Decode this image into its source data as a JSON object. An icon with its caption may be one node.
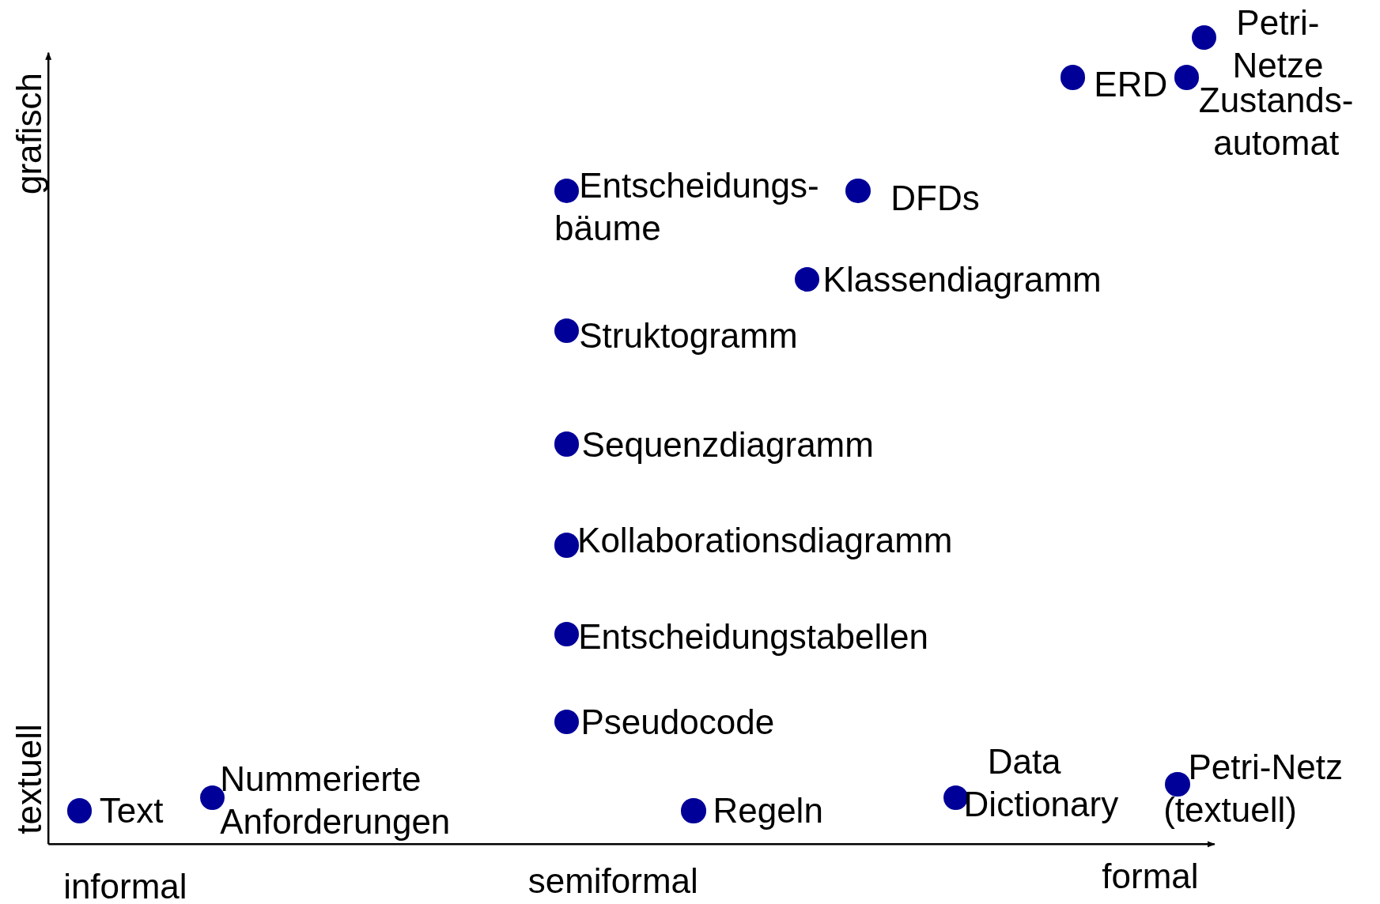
{
  "diagram": {
    "nodes": [
      {
        "text": [],
        "shape": "circle",
        "beside": [
          "Petri- Netze"
        ]
      },
      {
        "text": [],
        "shape": "circle",
        "beside": [
          "ERD"
        ]
      },
      {
        "text": [],
        "shape": "circle",
        "beside": [
          "Zustands- automat"
        ]
      },
      {
        "text": [],
        "shape": "circle",
        "beside": [
          "Entscheidungs- bäume"
        ]
      },
      {
        "text": [],
        "shape": "circle",
        "beside": [
          "DFDs"
        ]
      },
      {
        "text": [],
        "shape": "circle",
        "beside": [
          "Klassendiagramm"
        ]
      },
      {
        "text": [],
        "shape": "circle",
        "beside": [
          "Struktogramm"
        ]
      },
      {
        "text": [],
        "shape": "circle",
        "beside": [
          "Sequenzdiagramm"
        ]
      },
      {
        "text": [],
        "shape": "circle",
        "beside": [
          "Kollaborationsdiagramm"
        ]
      },
      {
        "text": [],
        "shape": "circle",
        "beside": [
          "Entscheidungstabellen"
        ]
      },
      {
        "text": [],
        "shape": "circle",
        "beside": [
          "Pseudocode"
        ]
      },
      {
        "text": [],
        "shape": "circle",
        "beside": [
          "Petri-Netz (textuell)"
        ]
      },
      {
        "text": [],
        "shape": "circle",
        "beside": [
          "Nummerierte Anforderungen"
        ]
      },
      {
        "text": [],
        "shape": "circle",
        "beside": [
          "Data Dictionary"
        ]
      },
      {
        "text": [],
        "shape": "circle",
        "beside": [
          "Text"
        ]
      },
      {
        "text": [],
        "shape": "circle",
        "beside": [
          "Regeln"
        ]
      }
    ],
    "labels": [
      "grafisch",
      "textuell",
      "informal",
      "semiformal",
      "formal"
    ]
  }
}
